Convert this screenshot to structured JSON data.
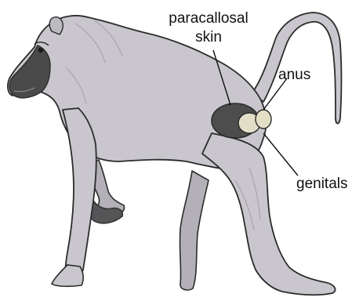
{
  "labels": {
    "paracallosal_line1": "paracallosal",
    "paracallosal_line2": "skin",
    "anus": "anus",
    "genitals": "genitals"
  },
  "colors": {
    "body_fill": "#c9c7cd",
    "body_shade": "#b3b1b7",
    "outline": "#2b2b2b",
    "face": "#4a4a4a",
    "paracallosal_fill": "#4d4d4d",
    "genital_fill": "#e2dfc6",
    "leader_line": "#111111"
  }
}
